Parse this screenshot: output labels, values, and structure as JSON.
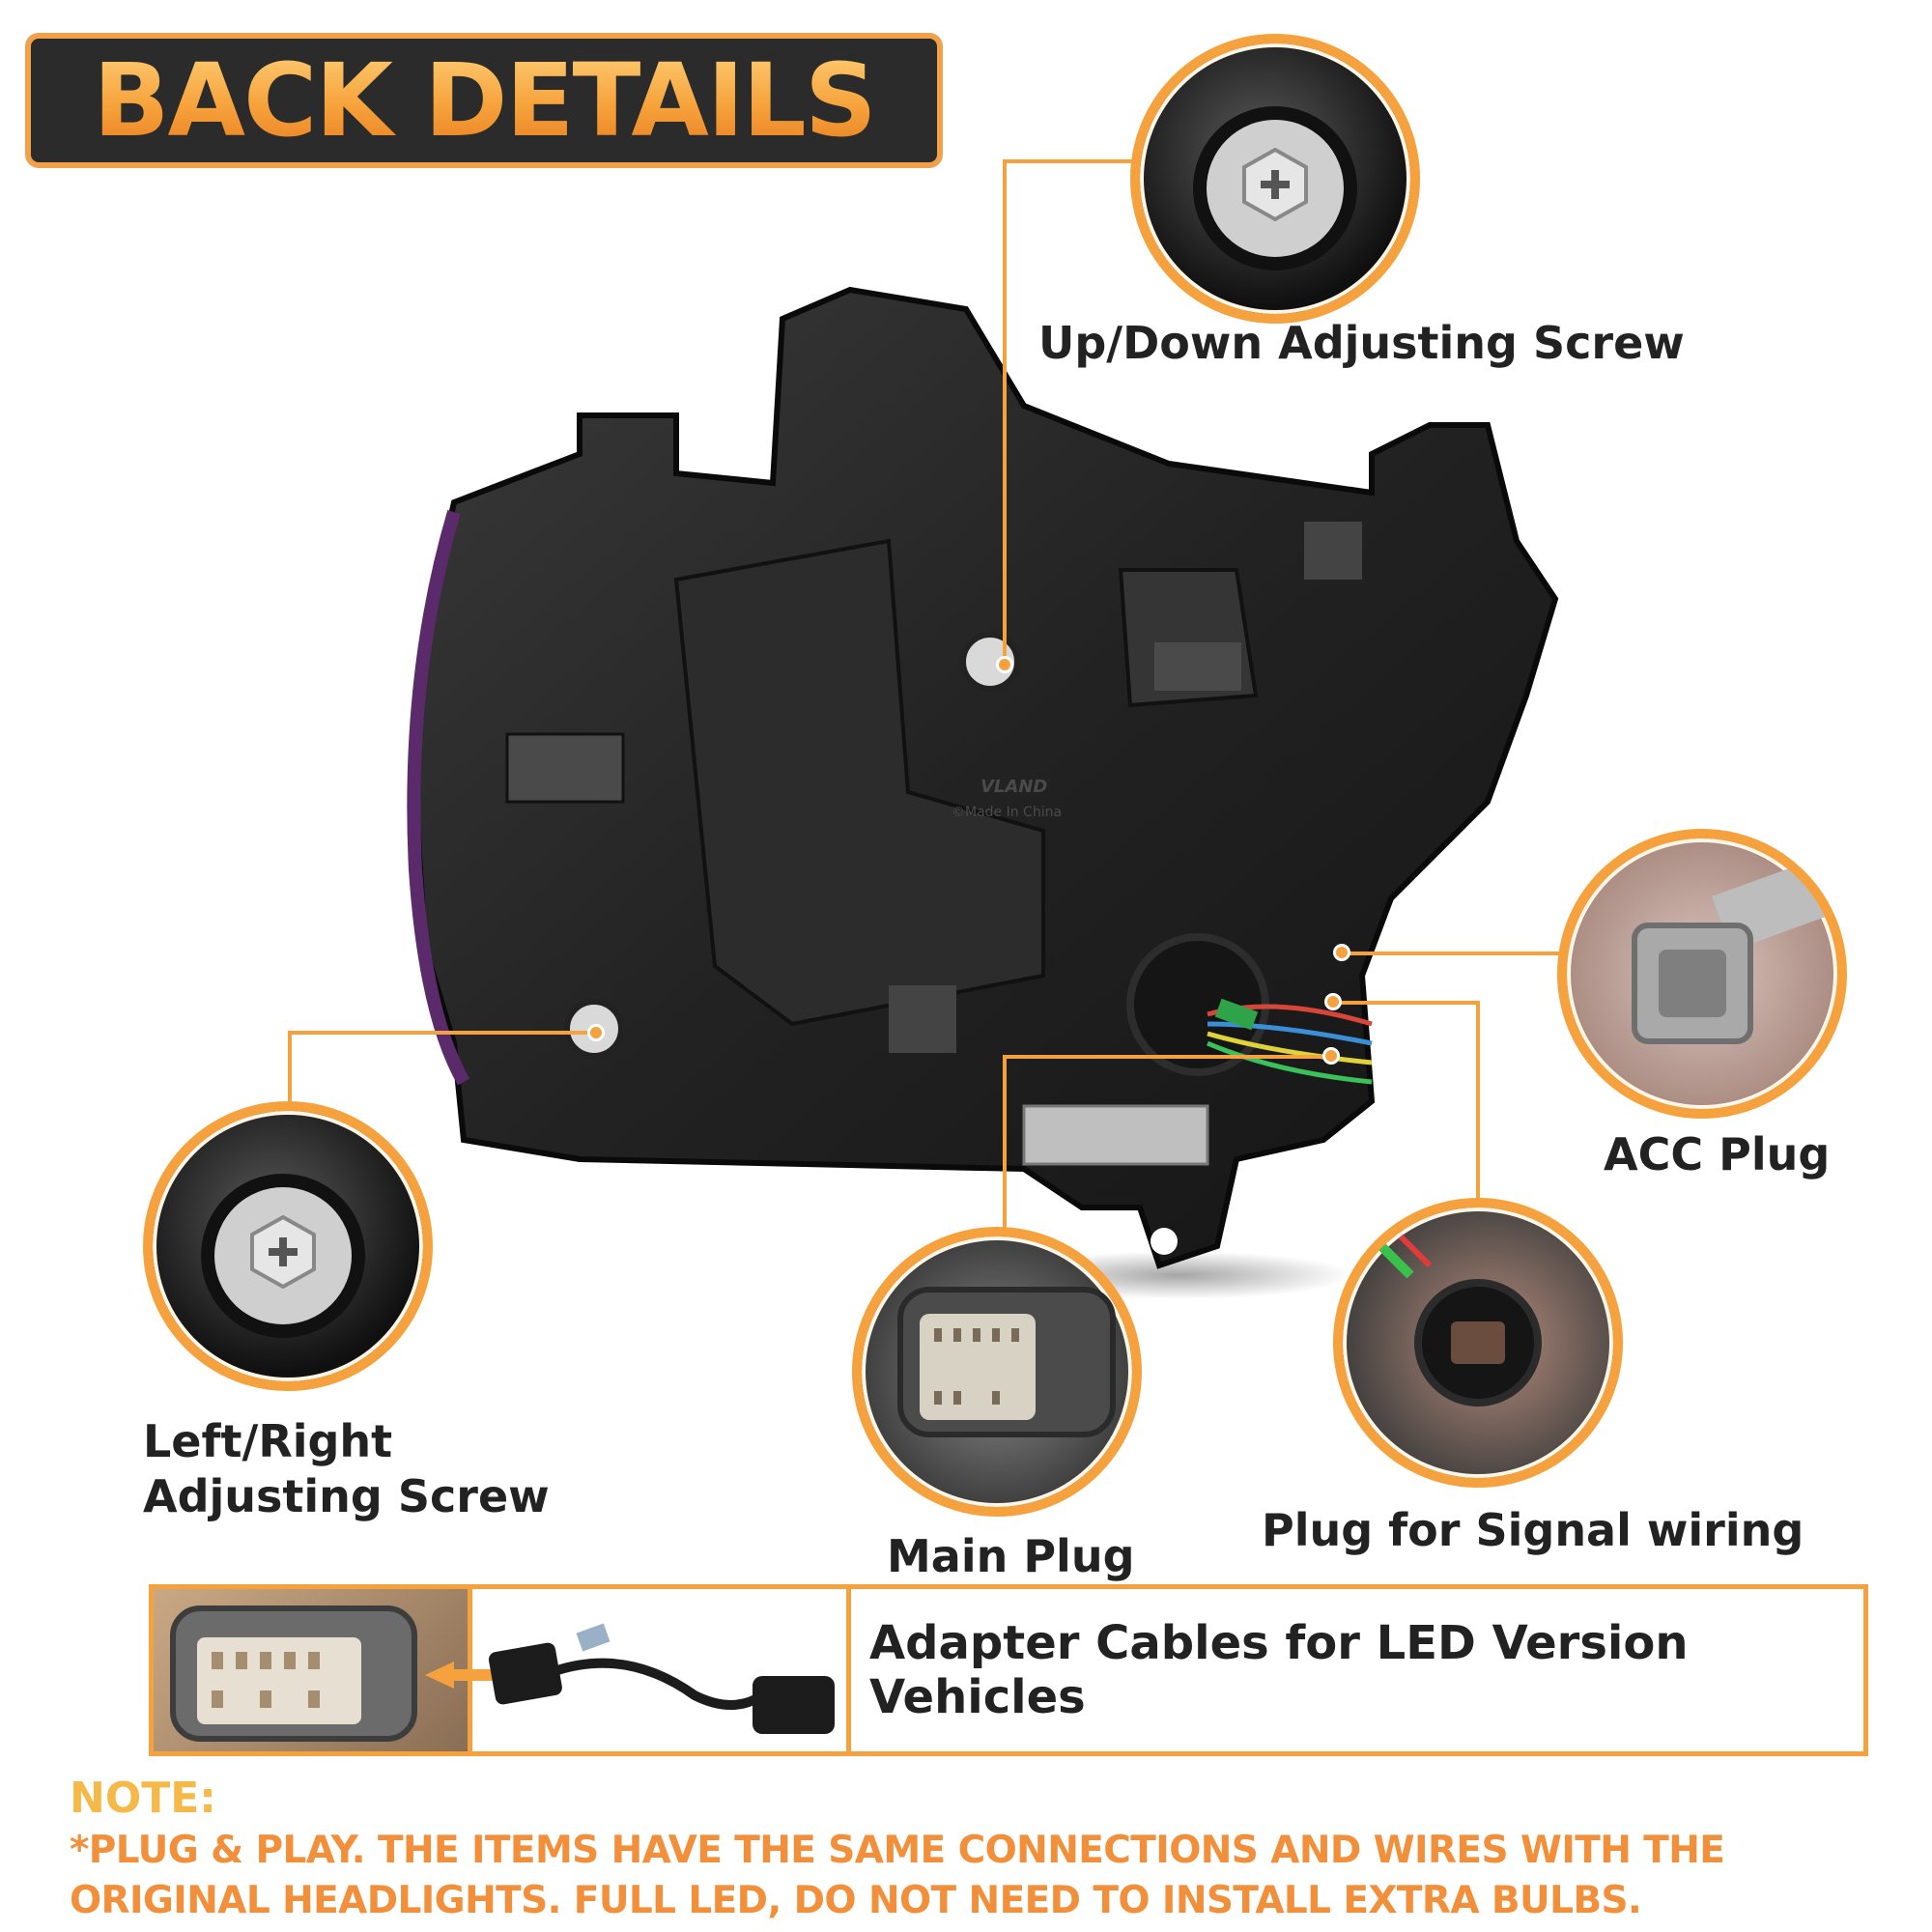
{
  "title": "BACK DETAILS",
  "labels": {
    "up_down_screw": "Up/Down Adjusting Screw",
    "left_right_screw_line1": "Left/Right",
    "left_right_screw_line2": "Adjusting Screw",
    "acc_plug": "ACC Plug",
    "main_plug": "Main Plug",
    "signal_plug": "Plug for Signal wiring"
  },
  "housing_text": {
    "brand": "VLAND",
    "origin": "©Made In China"
  },
  "banner": {
    "text": "Adapter Cables for LED Version Vehicles"
  },
  "note": {
    "heading": "NOTE:",
    "line1": "*PLUG & PLAY. THE ITEMS HAVE THE SAME CONNECTIONS AND WIRES WITH THE",
    "line2": "ORIGINAL HEADLIGHTS. FULL LED, DO NOT NEED TO INSTALL EXTRA BULBS."
  },
  "colors": {
    "accent_orange": "#f5a23e",
    "note_heading": "#f5b94a",
    "note_text": "#f28f3b",
    "title_bg": "#2b2b2b"
  }
}
